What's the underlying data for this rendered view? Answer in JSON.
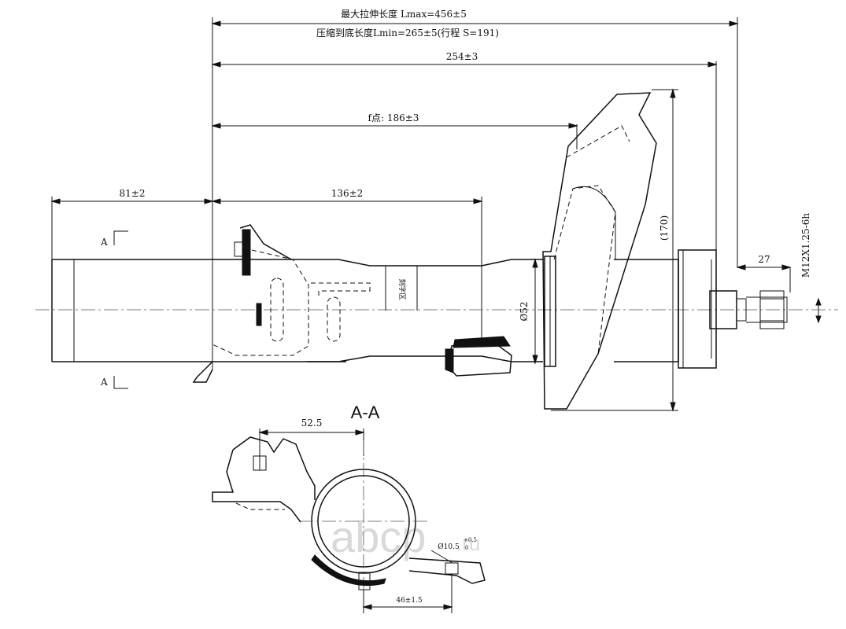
{
  "dimensions": {
    "lmax": "最大拉伸长度 Lmax=456±5",
    "lmin": "压缩到底长度Lmin=265±5(行程 S=191)",
    "d254": "254±3",
    "fpoint": "f点: 186±3",
    "d81": "81±2",
    "d136": "136±2",
    "d170": "(170)",
    "d27": "27",
    "thread": "M12X1.25-6h",
    "dia52": "Ø52",
    "lettering": "刻字区",
    "d52_5": "52.5",
    "d46": "46±1.5",
    "hole_dia": "Ø10.5",
    "hole_tol_upper": "+0.5",
    "hole_tol_lower": "0"
  },
  "section": {
    "marker_top": "A",
    "marker_bottom": "A",
    "title": "A-A"
  },
  "watermark": {
    "brand": "abcp",
    "suffix": ".ru"
  }
}
